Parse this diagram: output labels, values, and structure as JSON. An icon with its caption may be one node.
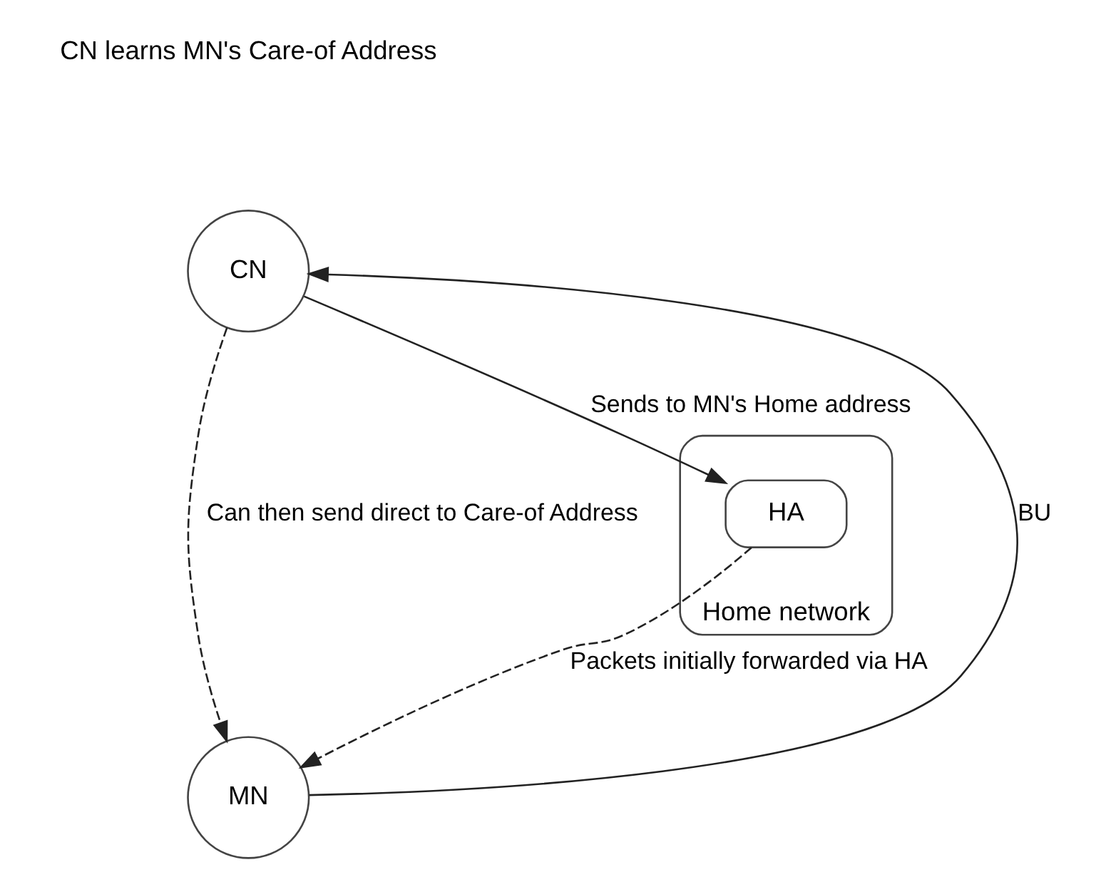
{
  "diagram": {
    "nodes": [
      {
        "text": [
          "CN"
        ]
      },
      {
        "text": [
          "MN"
        ]
      },
      {
        "text": [
          "Home network"
        ]
      },
      {
        "text": [
          "HA"
        ],
        "in": 2
      }
    ],
    "edges": [
      {
        "from": 1,
        "to": 0,
        "arrow": "to",
        "label": "BU"
      },
      {
        "from": 0,
        "to": 1,
        "arrow": "to",
        "style": "dashed",
        "label": "Can then send direct to Care-of Address"
      },
      {
        "from": 0,
        "to": 3,
        "arrow": "to",
        "label": "Sends to MN's Home address"
      },
      {
        "from": 3,
        "to": 1,
        "arrow": "to",
        "style": "dashed",
        "label": "Packets initially forwarded via HA"
      }
    ],
    "labels": [
      "CN learns MN's Care-of Address"
    ]
  }
}
